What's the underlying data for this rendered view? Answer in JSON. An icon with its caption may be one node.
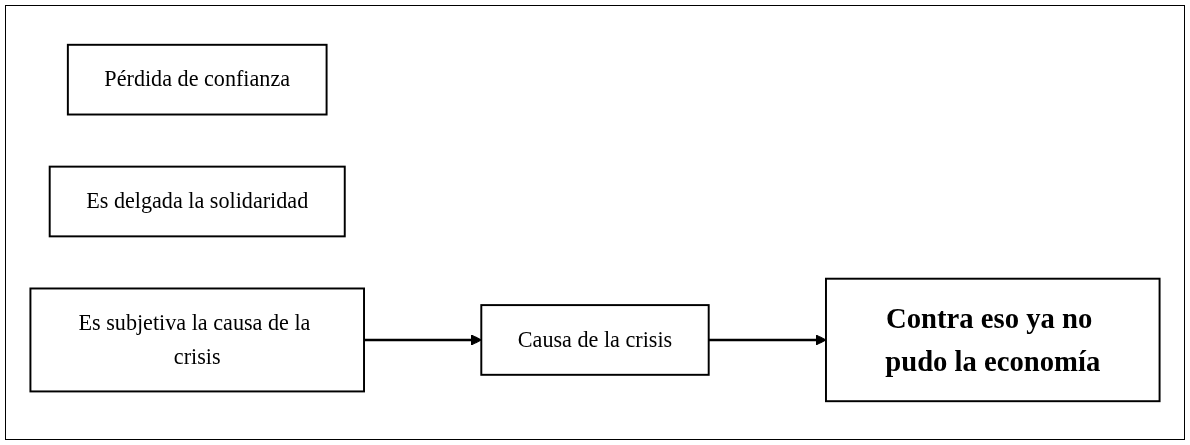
{
  "diagram": {
    "nodes": [
      {
        "text": [
          "Pérdida de confianza"
        ]
      },
      {
        "text": [
          "Es delgada la solidaridad"
        ]
      },
      {
        "text": [
          "Es subjetiva la causa de la crisis"
        ]
      },
      {
        "text": [
          "Causa de la crisis"
        ]
      },
      {
        "text": [
          "Contra eso ya no pudo la economía"
        ]
      }
    ],
    "edges": [
      {
        "from": 2,
        "to": 3,
        "arrow": "to"
      },
      {
        "from": 3,
        "to": 4,
        "arrow": "to"
      }
    ]
  }
}
